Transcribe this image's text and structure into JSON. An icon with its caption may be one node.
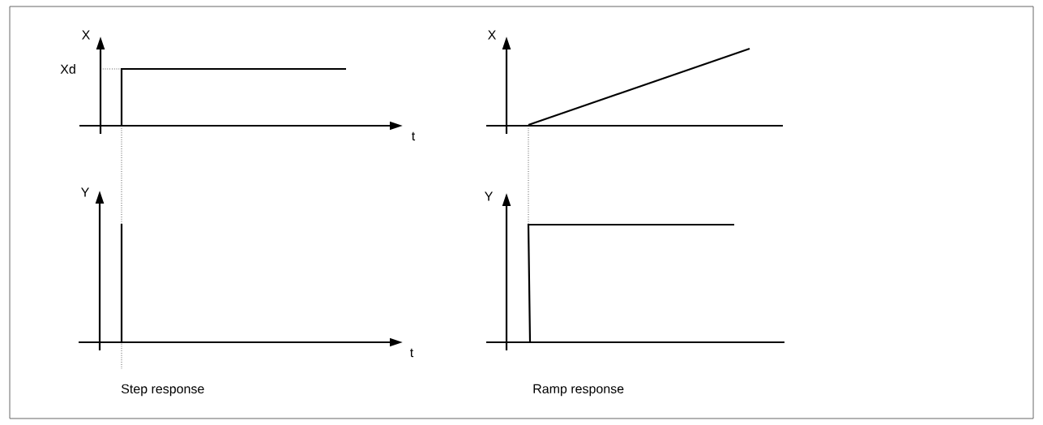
{
  "diagram": {
    "labels": [
      "X",
      "Xd",
      "X",
      "t",
      "Y",
      "Y",
      "t",
      "Step response",
      "Ramp response"
    ]
  }
}
